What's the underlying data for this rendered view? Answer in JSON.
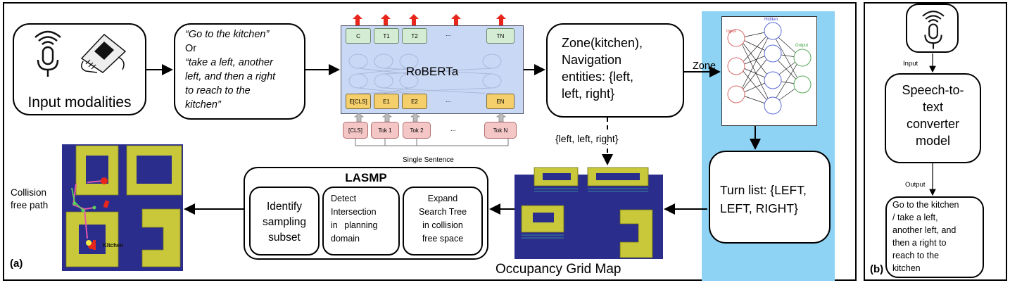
{
  "panel_labels": {
    "a": "(a)",
    "b": "(b)"
  },
  "input_modalities": {
    "label": "Input modalities",
    "icons": [
      "microphone-icon",
      "handheld-device-icon"
    ]
  },
  "command": {
    "quote1": "“Go to the kitchen”",
    "or": "Or",
    "quote2_l1": "“take a left, another",
    "quote2_l2": "left, and then a right",
    "quote2_l3": "to reach to the",
    "quote2_l4": "kitchen”"
  },
  "roberta": {
    "label": "RoBERTa",
    "outputs": [
      "C",
      "T1",
      "T2",
      "...",
      "TN"
    ],
    "embeddings": [
      "E[CLS]",
      "E1",
      "E2",
      "...",
      "EN"
    ],
    "tokens": [
      "[CLS]",
      "Tok 1",
      "Tok 2",
      "...",
      "Tok N"
    ],
    "caption": "Single Sentence"
  },
  "entities": {
    "l1": "Zone(kitchen),",
    "l2": "Navigation",
    "l3": "entities: {left,",
    "l4": "left, right}"
  },
  "edge_labels": {
    "zone": "Zone",
    "dirs": "{left, left, right}"
  },
  "nn": {
    "input": "Input",
    "hidden": "Hidden",
    "output": "Output"
  },
  "turn_list": {
    "l1": "Turn list: {LEFT,",
    "l2": "LEFT, RIGHT}"
  },
  "grid_map": {
    "caption": "Occupancy Grid Map"
  },
  "lasmp": {
    "title": "LASMP",
    "step1_l1": "Identify",
    "step1_l2": "sampling",
    "step1_l3": "subset",
    "step2_l1": "Detect",
    "step2_l2": "Intersection",
    "step2_l3": "in planning",
    "step2_l4": "domain",
    "step3_l1": "Expand",
    "step3_l2": "Search Tree",
    "step3_l3": "in collision",
    "step3_l4": "free space"
  },
  "path_map": {
    "label_l1": "Collision",
    "label_l2": "free path",
    "kitchen": "Kitchen"
  },
  "panel_b": {
    "input_label": "Input",
    "output_label": "Output",
    "converter_l1": "Speech-to-",
    "converter_l2": "text",
    "converter_l3": "converter",
    "converter_l4": "model",
    "result_l1": "Go to the kitchen",
    "result_l2": "/ take a left,",
    "result_l3": "another left, and",
    "result_l4": "then a right to",
    "result_l5": "reach to the",
    "result_l6": "kitchen"
  },
  "colors": {
    "nn_panel": "#8fd3f4",
    "roberta_bg": "#c9d9f5",
    "map_bg": "#2b2d8c",
    "wall": "#c8c83a",
    "arrow_red": "#e8261c"
  }
}
